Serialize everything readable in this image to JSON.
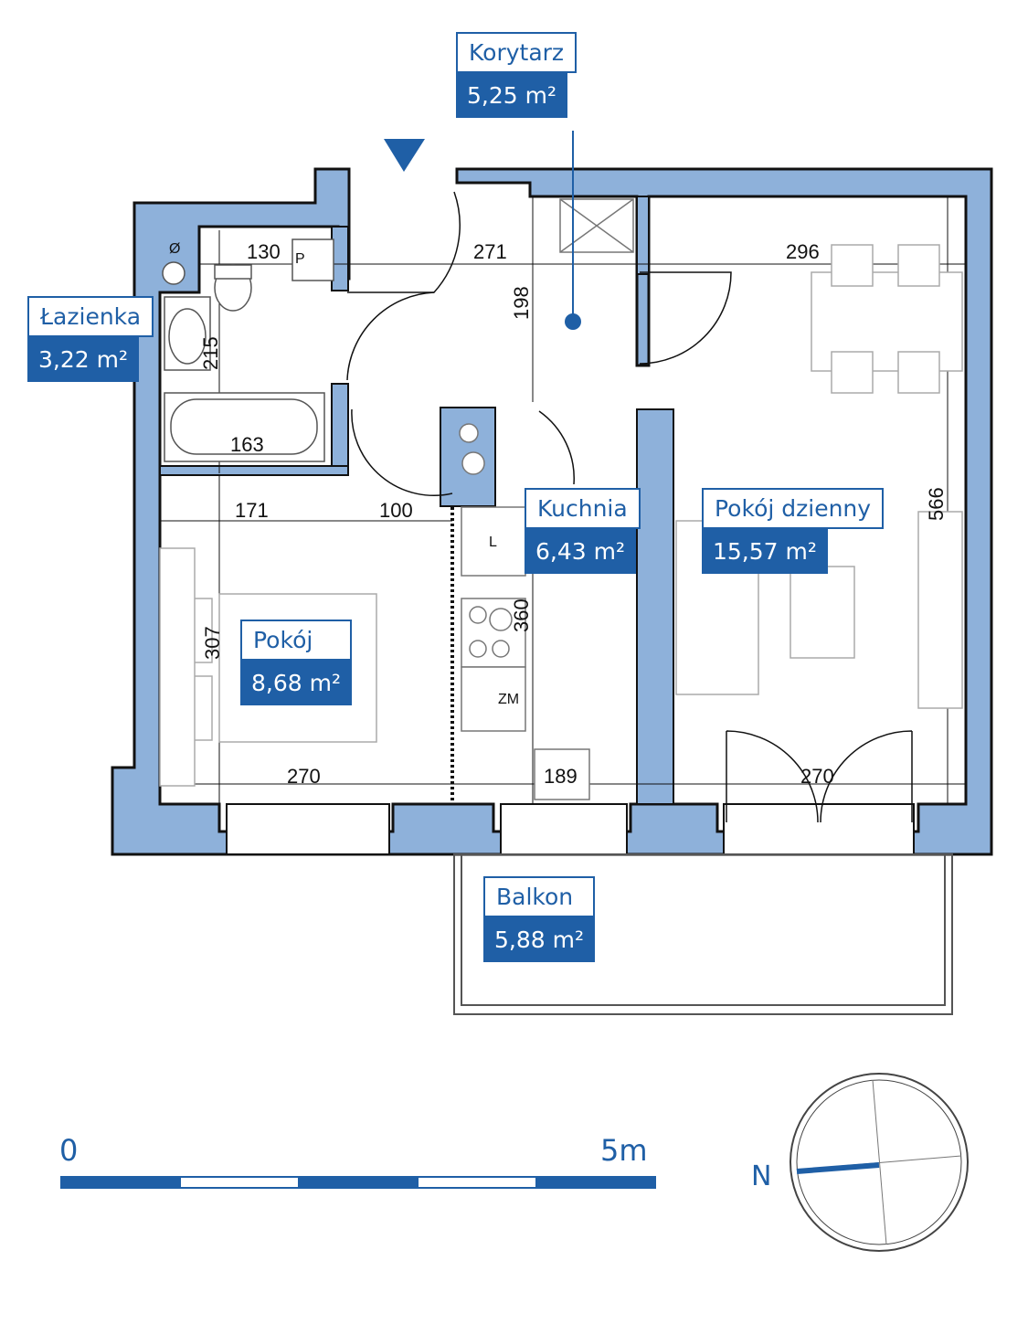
{
  "rooms": {
    "korytarz": {
      "name": "Korytarz",
      "area": "5,25 m²"
    },
    "lazienka": {
      "name": "Łazienka",
      "area": "3,22 m²"
    },
    "kuchnia": {
      "name": "Kuchnia",
      "area": "6,43 m²"
    },
    "pokoj_dzienny": {
      "name": "Pokój dzienny",
      "area": "15,57 m²"
    },
    "pokoj": {
      "name": "Pokój",
      "area": "8,68 m²"
    },
    "balkon": {
      "name": "Balkon",
      "area": "5,88 m²"
    }
  },
  "dimensions": {
    "d130": "130",
    "d271": "271",
    "d296": "296",
    "d198": "198",
    "d215": "215",
    "d163": "163",
    "d171": "171",
    "d100": "100",
    "d566": "566",
    "d360": "360",
    "d307": "307",
    "d270a": "270",
    "d189": "189",
    "d270b": "270"
  },
  "fixture_labels": {
    "p": "P",
    "l": "L",
    "zm": "ZM",
    "slash": "Ø"
  },
  "scale": {
    "start": "0",
    "end": "5m"
  },
  "compass": {
    "north": "N"
  },
  "colors": {
    "wall_fill": "#8eb1da",
    "wall_stroke": "#111111",
    "accent": "#1f5fa6"
  }
}
